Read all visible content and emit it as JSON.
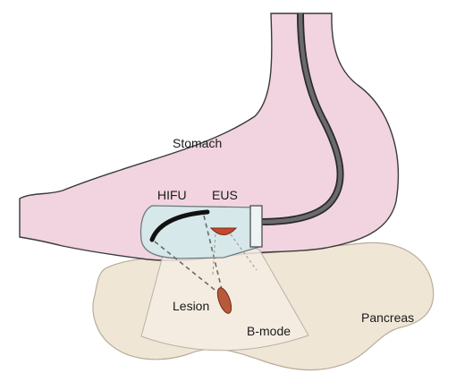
{
  "labels": {
    "stomach": "Stomach",
    "hifu": "HIFU",
    "eus": "EUS",
    "lesion": "Lesion",
    "bmode": "B-mode",
    "pancreas": "Pancreas"
  },
  "colors": {
    "stomach_fill": "#f1d4e0",
    "stomach_outline": "#3a3a3a",
    "pancreas_fill": "#efe6d6",
    "pancreas_outline": "#b9ad98",
    "probe_fill": "#d6e8ea",
    "lesion_fill": "#b85a3a",
    "eus_transducer": "#c4492d",
    "endoscope_cable": "#6b6b6b"
  }
}
